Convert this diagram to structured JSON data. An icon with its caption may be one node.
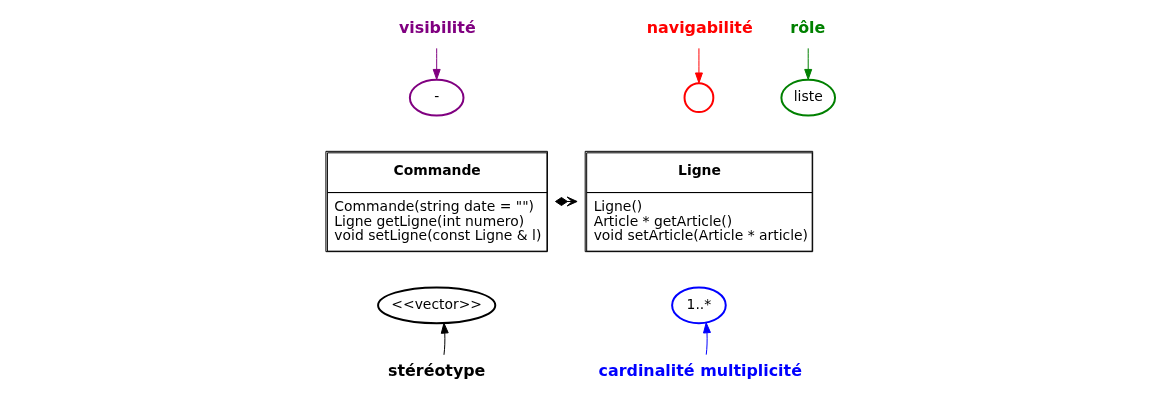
{
  "diagram": {
    "nodes": [
      {
        "text": [
          "visibilité"
        ]
      },
      {
        "text": [
          "rôle"
        ]
      },
      {
        "text": [
          "navigabilité"
        ]
      },
      {
        "text": [
          "Commande",
          "Commande(string date = \"\")",
          "Ligne getLigne(int numero)",
          "void setLigne(const Ligne & l)"
        ]
      },
      {
        "text": [
          "Ligne",
          "Ligne()",
          "Article * getArticle()",
          "void setArticle(Article * article)"
        ]
      },
      {
        "text": [
          "-"
        ]
      },
      {
        "text": [
          "liste"
        ]
      },
      {
        "text": [],
        "shape": "circle"
      },
      {
        "text": [
          "<<vector>>"
        ]
      },
      {
        "text": [
          "1..*"
        ]
      },
      {
        "text": [
          "stéréotype"
        ]
      },
      {
        "text": [
          "cardinalité multiplicité"
        ]
      }
    ],
    "edges": [
      {
        "from": 3,
        "to": 4,
        "arrow": "both",
        "color": "#000000"
      },
      {
        "from": 0,
        "to": 5,
        "arrow": "to",
        "color": "#800080"
      },
      {
        "from": 1,
        "to": 6,
        "arrow": "to",
        "color": "#008000"
      },
      {
        "from": 2,
        "to": 7,
        "arrow": "to",
        "color": "#ff0000"
      },
      {
        "from": 10,
        "to": 8,
        "arrow": "to",
        "color": "#000000"
      },
      {
        "from": 11,
        "to": 9,
        "arrow": "to",
        "color": "#0000ff"
      }
    ]
  }
}
